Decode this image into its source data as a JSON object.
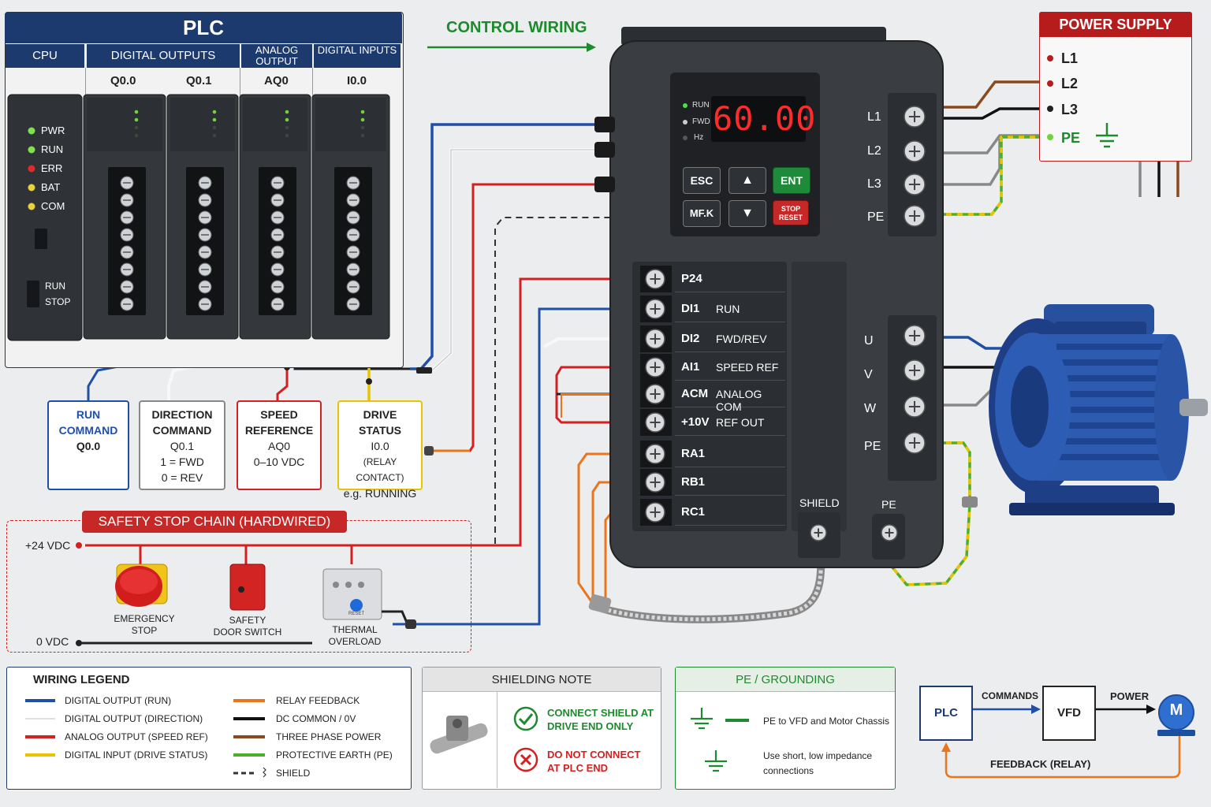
{
  "control_wiring_label": "CONTROL WIRING",
  "plc": {
    "title": "PLC",
    "columns": {
      "cpu": "CPU",
      "digital_outputs": "DIGITAL OUTPUTS",
      "analog_output": "ANALOG OUTPUT",
      "digital_inputs": "DIGITAL INPUTS"
    },
    "channels": {
      "q00": "Q0.0",
      "q01": "Q0.1",
      "aq0": "AQ0",
      "i00": "I0.0"
    },
    "leds": [
      "PWR",
      "RUN",
      "ERR",
      "BAT",
      "COM"
    ],
    "switch": {
      "top": "RUN",
      "bottom": "STOP"
    }
  },
  "callouts": {
    "run": [
      "RUN",
      "COMMAND",
      "Q0.0"
    ],
    "direction": [
      "DIRECTION",
      "COMMAND",
      "Q0.1",
      "1 = FWD",
      "0 = REV"
    ],
    "speed": [
      "SPEED",
      "REFERENCE",
      "AQ0",
      "0–10 VDC"
    ],
    "status": [
      "DRIVE",
      "STATUS",
      "I0.0",
      "(RELAY CONTACT)",
      "e.g. RUNNING"
    ]
  },
  "vfd": {
    "display": "60.00",
    "indicators": [
      "RUN",
      "FWD",
      "Hz"
    ],
    "buttons": {
      "esc": "ESC",
      "up": "▲",
      "ent": "ENT",
      "mfk": "MF.K",
      "down": "▼",
      "stop_top": "STOP",
      "stop_bottom": "RESET"
    },
    "control_terminals": [
      {
        "id": "P24",
        "func": ""
      },
      {
        "id": "DI1",
        "func": "RUN"
      },
      {
        "id": "DI2",
        "func": "FWD/REV"
      },
      {
        "id": "AI1",
        "func": "SPEED REF"
      },
      {
        "id": "ACM",
        "func": "ANALOG COM"
      },
      {
        "id": "+10V",
        "func": "REF OUT"
      },
      {
        "id": "RA1",
        "func": ""
      },
      {
        "id": "RB1",
        "func": ""
      },
      {
        "id": "RC1",
        "func": ""
      }
    ],
    "shield_label": "SHIELD",
    "pe_label": "PE",
    "input_terminals": [
      "L1",
      "L2",
      "L3",
      "PE"
    ],
    "output_terminals": [
      "U",
      "V",
      "W",
      "PE"
    ]
  },
  "power_supply": {
    "title": "POWER SUPPLY",
    "lines": [
      "L1",
      "L2",
      "L3",
      "PE"
    ]
  },
  "safety": {
    "title": "SAFETY STOP CHAIN (HARDWIRED)",
    "plus": "+24 VDC",
    "zero": "0 VDC",
    "estop": [
      "EMERGENCY",
      "STOP"
    ],
    "door": [
      "SAFETY",
      "DOOR SWITCH"
    ],
    "thermal": [
      "THERMAL",
      "OVERLOAD"
    ],
    "reset": "RESET"
  },
  "legend": {
    "title": "WIRING LEGEND",
    "items": [
      {
        "label": "DIGITAL OUTPUT (RUN)",
        "color": "#1f4fa6"
      },
      {
        "label": "DIGITAL OUTPUT (DIRECTION)",
        "color": "#ffffff"
      },
      {
        "label": "ANALOG OUTPUT (SPEED REF)",
        "color": "#d42020"
      },
      {
        "label": "DIGITAL INPUT (DRIVE STATUS)",
        "color": "#e8c300"
      },
      {
        "label": "RELAY FEEDBACK",
        "color": "#e9761c"
      },
      {
        "label": "DC COMMON / 0V",
        "color": "#111111"
      },
      {
        "label": "THREE PHASE POWER",
        "color": "#8a4a1f"
      },
      {
        "label": "PROTECTIVE EARTH (PE)",
        "color": "#4caf2a"
      },
      {
        "label": "SHIELD",
        "color": "#333333"
      }
    ]
  },
  "shielding": {
    "title": "SHIELDING NOTE",
    "ok": [
      "CONNECT SHIELD AT",
      "DRIVE END ONLY"
    ],
    "no": [
      "DO NOT CONNECT",
      "AT PLC END"
    ]
  },
  "grounding": {
    "title": "PE / GROUNDING",
    "line1": "PE to VFD and Motor Chassis",
    "line2a": "Use short, low impedance",
    "line2b": "connections"
  },
  "flow": {
    "plc": "PLC",
    "vfd": "VFD",
    "motor": "M",
    "commands": "COMMANDS",
    "power": "POWER",
    "feedback": "FEEDBACK (RELAY)"
  },
  "colors": {
    "navy": "#1c3a6e",
    "red": "#b71c1c",
    "green": "#1e8a2e",
    "orange": "#e9761c",
    "blue": "#1f4fa6",
    "yellow": "#e8c300"
  }
}
